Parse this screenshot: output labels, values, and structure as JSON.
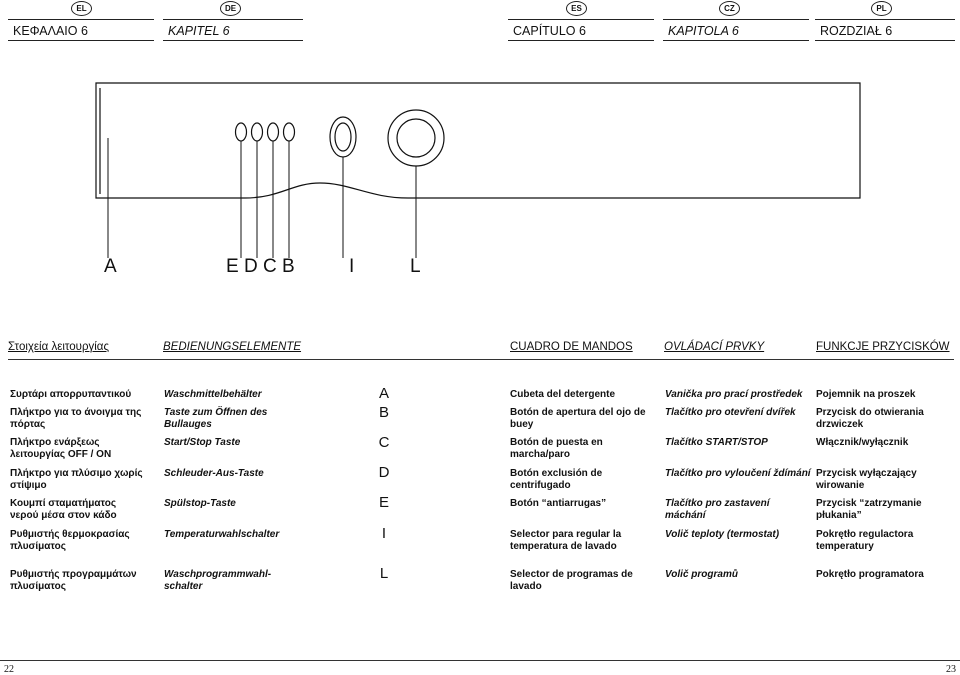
{
  "flags": [
    "EL",
    "DE",
    "ES",
    "CZ",
    "PL"
  ],
  "chapters": [
    "ΚΕΦΑΛΑΙΟ 6",
    "KAPITEL 6",
    "CAPÍTULO 6",
    "KAPITOLA 6",
    "ROZDZIAŁ 6"
  ],
  "diagram_letters": [
    "A",
    "E D C B",
    "I",
    "L"
  ],
  "sections": [
    "Στοιχεία λειτουργίας",
    "BEDIENUNGSELEMENTE",
    "CUADRO DE MANDOS",
    "OVLÁDACÍ PRVKY",
    "FUNKCJE PRZYCISKÓW"
  ],
  "rows": [
    {
      "el": "Συρτάρι απορρυπαντικού",
      "de": "Waschmittelbehälter",
      "letter": "A",
      "es": "Cubeta del detergente",
      "cz": "Vanička pro prací prostředek",
      "pl": "Pojemnik na proszek"
    },
    {
      "el": "Πλήκτρο για το άνοιγμα της πόρτας",
      "de": "Taste zum Öffnen des Bullauges",
      "letter": "B",
      "es": "Botón de apertura del ojo de buey",
      "cz": "Tlačítko pro otevření dvířek",
      "pl": "Przycisk do otwierania drzwiczek"
    },
    {
      "el": "Πλήκτρο ενάρξεως λειτουργίας OFF / ON",
      "de": "Start/Stop Taste",
      "letter": "C",
      "es": "Botón de puesta en marcha/paro",
      "cz": "Tlačítko START/STOP",
      "pl": "Włącznik/wyłącznik"
    },
    {
      "el": "Πλήκτρο για πλύσιμο χωρίς στίψιμο",
      "de": "Schleuder-Aus-Taste",
      "letter": "D",
      "es": "Botón exclusión de centrifugado",
      "cz": "Tlačítko pro vyloučení ždímání",
      "pl": "Przycisk wyłączający wirowanie"
    },
    {
      "el": "Κουμπί σταματήματος νερού μέσα στον κάδο",
      "de": "Spülstop-Taste",
      "letter": "E",
      "es": "Botón “antiarrugas”",
      "cz": "Tlačítko pro zastavení máchání",
      "pl": "Przycisk “zatrzymanie płukania”"
    },
    {
      "el": "Ρυθμιστής θερμοκρασίας πλυσίματος",
      "de": "Temperaturwahlschalter",
      "letter": "I",
      "es": "Selector para regular la temperatura de lavado",
      "cz": "Volič teploty (termostat)",
      "pl": "Pokrętło regulactora temperatury"
    },
    {
      "el": "Ρυθμιστής προγραμμάτων πλυσίματος",
      "de": "Waschprogrammwahl-schalter",
      "letter": "L",
      "es": "Selector de programas de lavado",
      "cz": "Volič programů",
      "pl": "Pokrętło programatora"
    }
  ],
  "page_numbers": {
    "left": "22",
    "right": "23"
  }
}
